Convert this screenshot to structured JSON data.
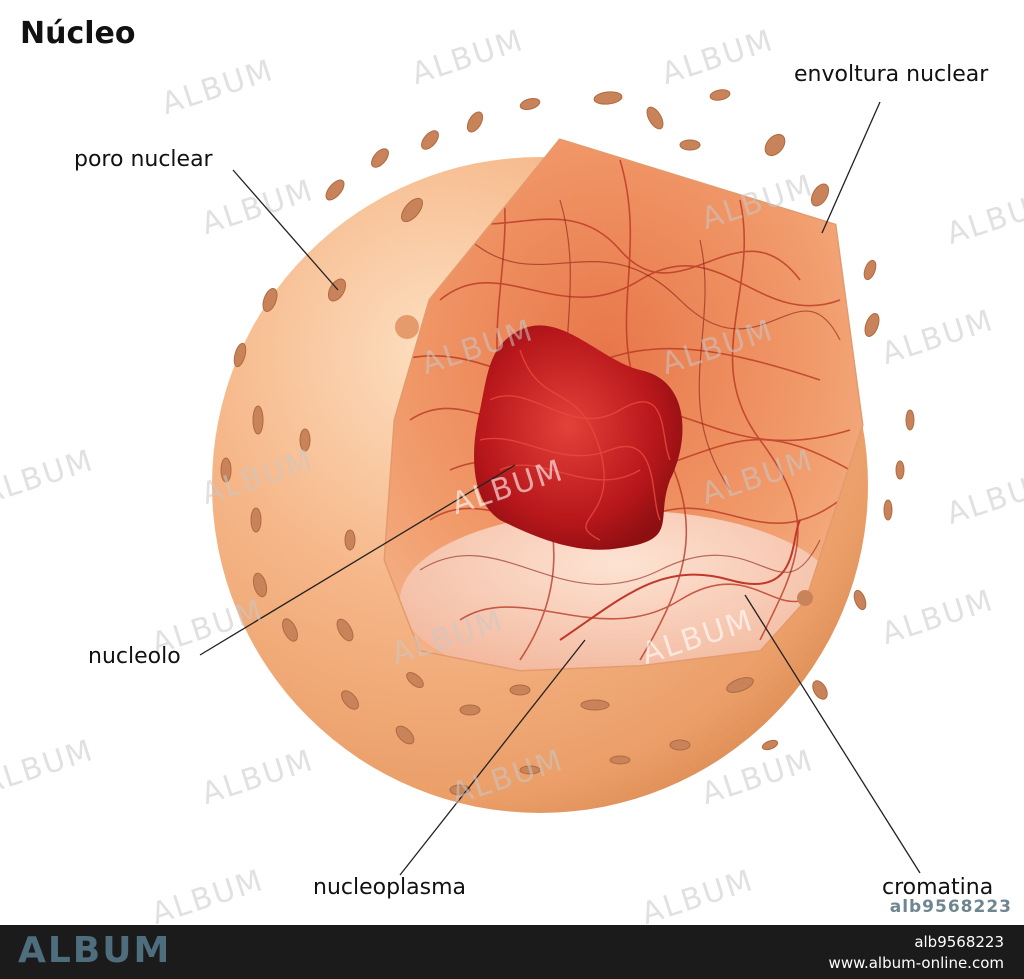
{
  "title": "Núcleo",
  "labels": {
    "poro_nuclear": "poro nuclear",
    "envoltura_nuclear": "envoltura nuclear",
    "nucleolo": "nucleolo",
    "nucleoplasma": "nucleoplasma",
    "cromatina": "cromatina"
  },
  "watermark": "ALBUM",
  "image_id": "alb9568223",
  "footer": {
    "brand": "ALBUM",
    "id": "alb9568223",
    "url": "www.album-online.com"
  },
  "colors": {
    "envelope": "#f2ae7a",
    "interior": "#d9693e",
    "nucleolus": "#b5161b",
    "pore": "#c98558",
    "footer_bg": "#1b1b1b",
    "brand": "#4e6d7d"
  }
}
